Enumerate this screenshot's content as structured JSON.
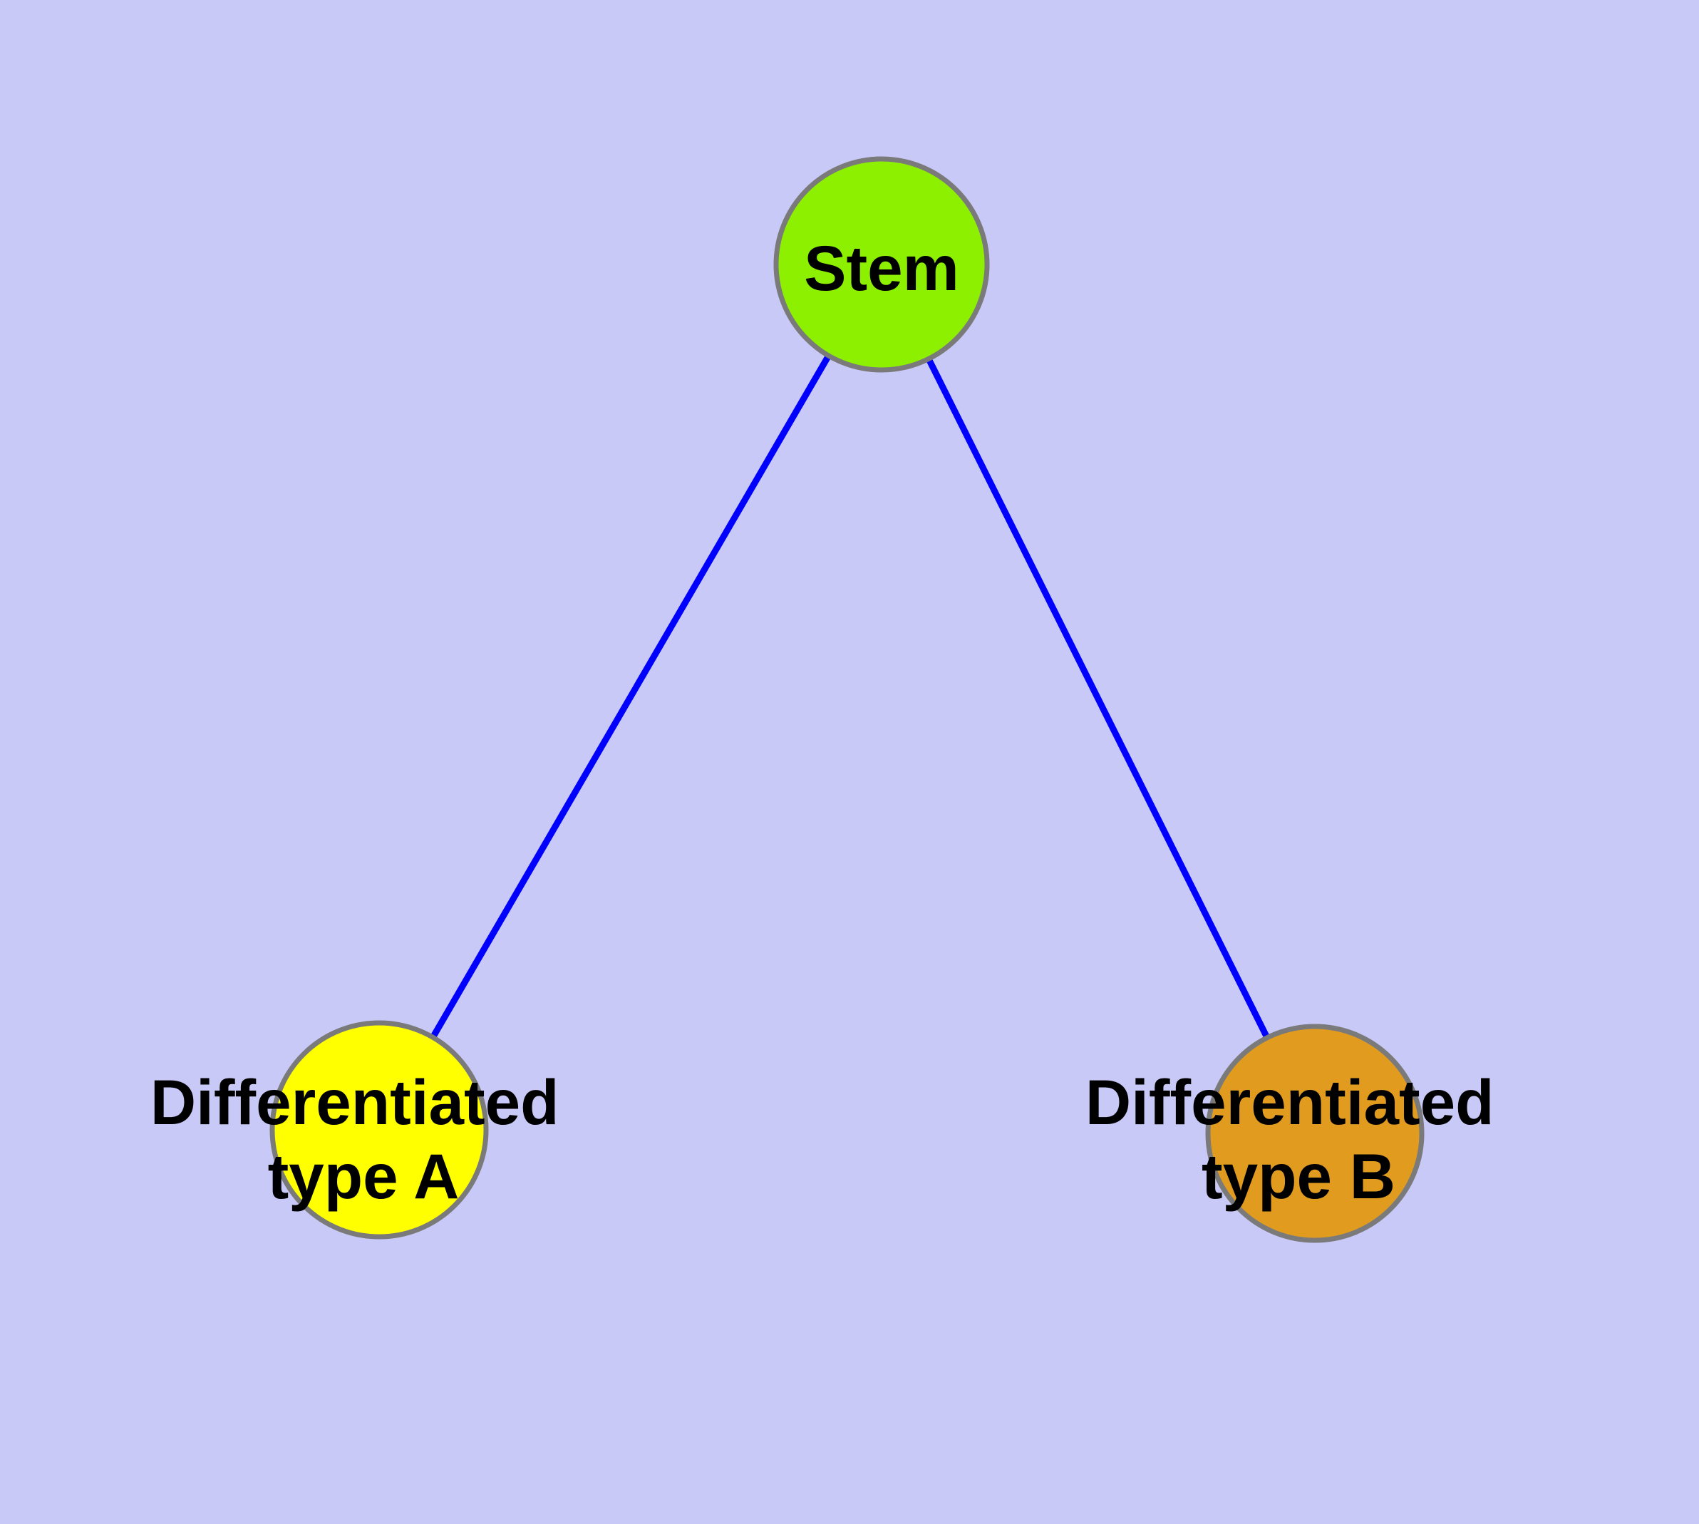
{
  "diagram": {
    "type": "node-link-graph",
    "description": "Stem cell differentiation graph: one stem node linked to two differentiated cell-type nodes",
    "background_color": "#C9C9F8",
    "edge_color": "#0000FF",
    "node_border_color": "#7A7A7A",
    "label_color": "#000000",
    "nodes": [
      {
        "id": "stem",
        "label": "Stem",
        "lines": [
          "Stem"
        ],
        "fill": "#8DF000"
      },
      {
        "id": "differentiated-type-a",
        "label": "Differentiated type A",
        "lines": [
          "Differentiated",
          "type A"
        ],
        "fill": "#FFFF00"
      },
      {
        "id": "differentiated-type-b",
        "label": "Differentiated type B",
        "lines": [
          "Differentiated",
          "type B"
        ],
        "fill": "#E19C20"
      }
    ],
    "edges": [
      {
        "from": "Stem",
        "to": "Differentiated type A"
      },
      {
        "from": "Stem",
        "to": "Differentiated type B"
      }
    ]
  }
}
